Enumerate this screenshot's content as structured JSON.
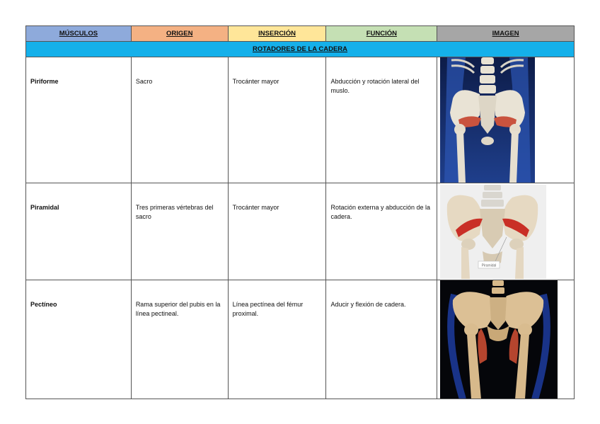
{
  "table": {
    "headers": [
      {
        "label": "MÚSCULOS",
        "color": "#8eaadb"
      },
      {
        "label": "ORIGEN",
        "color": "#f4b183"
      },
      {
        "label": "INSERCIÓN",
        "color": "#ffe699"
      },
      {
        "label": "FUNCIÓN",
        "color": "#c5e0b4"
      },
      {
        "label": "IMAGEN",
        "color": "#a6a6a6"
      }
    ],
    "section_title": "ROTADORES DE LA CADERA",
    "rows": [
      {
        "muscle": "Piriforme",
        "origin": "Sacro",
        "insertion": "Trocánter mayor",
        "function": "Abducción y rotación lateral del muslo."
      },
      {
        "muscle": "Piramidal",
        "origin": "Tres primeras vértebras del sacro",
        "insertion": "Trocánter mayor",
        "function": "Rotación externa y abducción de la cadera.",
        "image_label": "Piramidal"
      },
      {
        "muscle": "Pectíneo",
        "origin": "Rama superior del pubis en la línea pectineal.",
        "insertion": "Línea pectínea del fémur proximal.",
        "function": "Aducir y flexión de cadera."
      }
    ]
  }
}
